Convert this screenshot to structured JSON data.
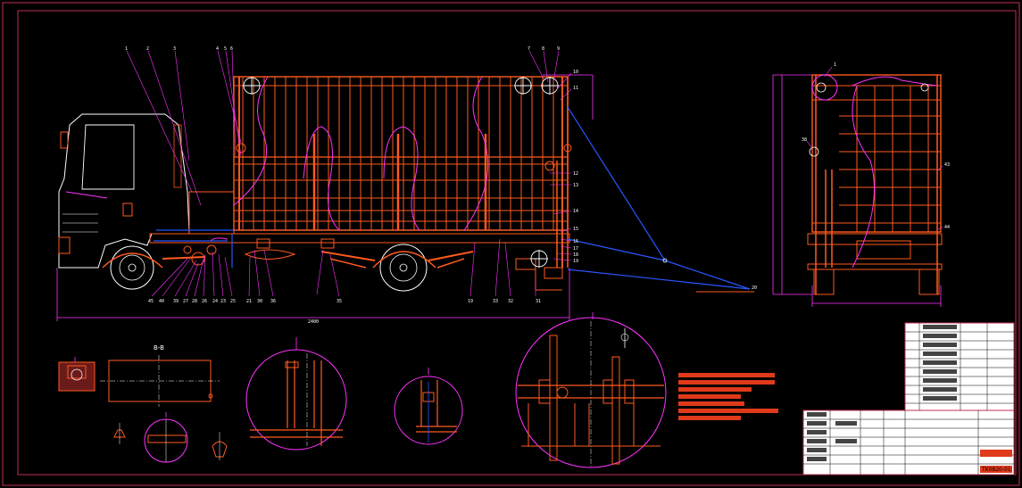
{
  "colors": {
    "background": "#000000",
    "frame": "#c03050",
    "structure": "#ff5a1f",
    "leader": "#ff33ff",
    "white_line": "#ffffff",
    "blue": "#2a55ff",
    "text": "#ffffff"
  },
  "labels": {
    "top_callouts": [
      "1",
      "2",
      "3",
      "4",
      "5",
      "6",
      "7",
      "8",
      "9",
      "10",
      "11"
    ],
    "right_callouts": [
      "12",
      "13",
      "14",
      "15",
      "16",
      "17",
      "18",
      "19",
      "20"
    ],
    "bottom_callouts": [
      "45",
      "40",
      "39",
      "27",
      "28",
      "26",
      "24",
      "23",
      "25",
      "21",
      "30",
      "36",
      "35",
      "19",
      "33",
      "32",
      "31"
    ],
    "end_view_callouts": [
      "1",
      "38",
      "43",
      "44"
    ],
    "section_bb": "B-B"
  },
  "title_block": {
    "drawing_number": "TK0820-01"
  }
}
